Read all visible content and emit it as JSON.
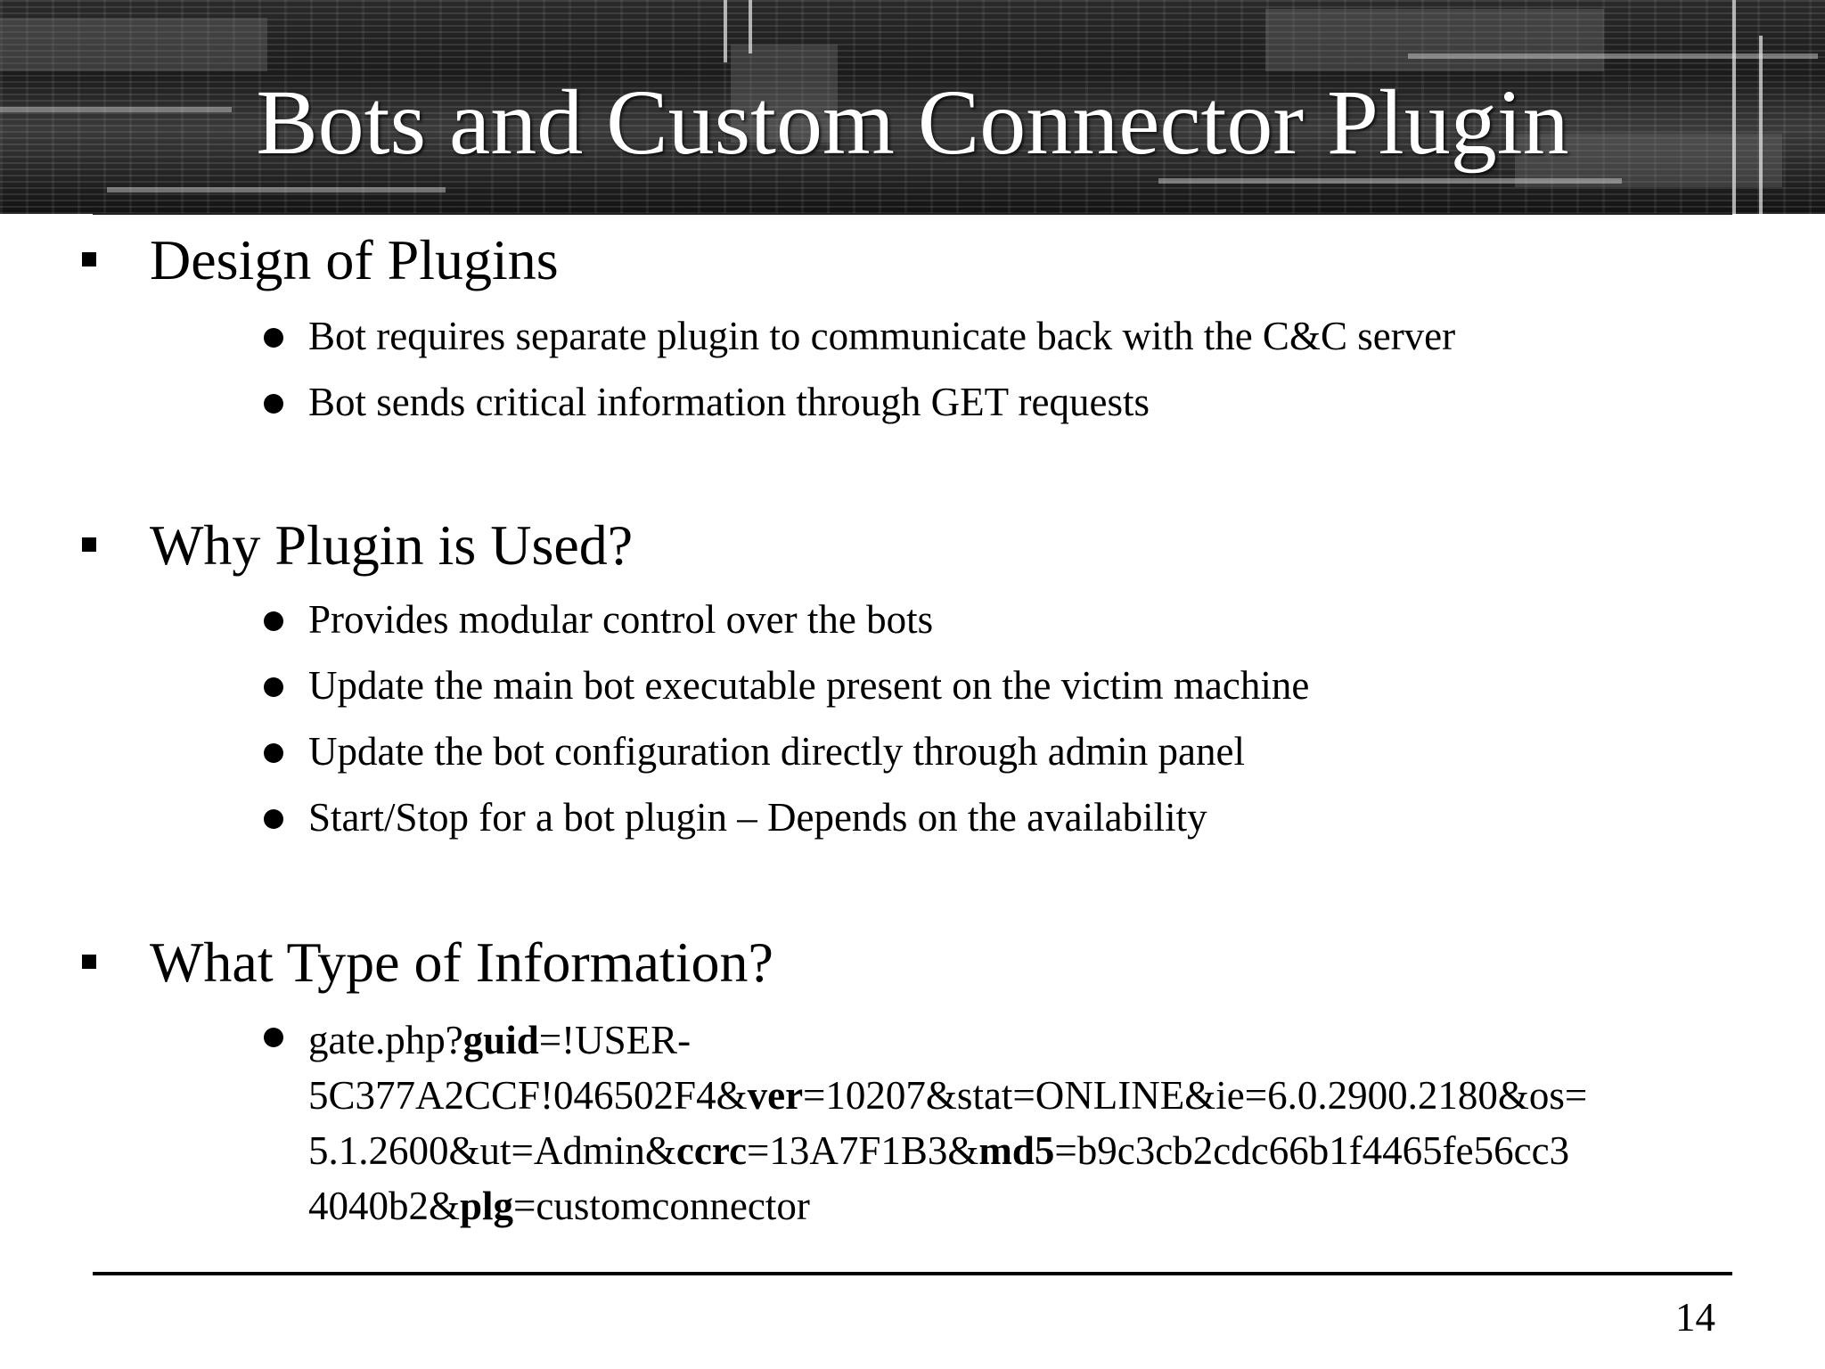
{
  "slide": {
    "title": "Bots and Custom Connector Plugin",
    "page_number": "14"
  },
  "sections": [
    {
      "heading": "Design of Plugins",
      "items": [
        "Bot requires separate plugin to communicate back with the C&C server",
        "Bot sends critical information through GET requests"
      ]
    },
    {
      "heading": "Why Plugin is Used?",
      "items": [
        "Provides modular control over the bots",
        "Update the main bot executable present on the victim machine",
        "Update the bot configuration directly through admin panel",
        "Start/Stop for a bot plugin – Depends on the availability"
      ]
    },
    {
      "heading": "What Type of Information?",
      "query_lines": [
        {
          "p1": "gate.php?",
          "b1": "guid",
          "p2": "=!USER-"
        },
        {
          "p1": "5C377A2CCF!046502F4&",
          "b1": "ver",
          "p2": "=10207&stat=ONLINE&ie=6.0.2900.2180&os="
        },
        {
          "p1": "5.1.2600&ut=Admin&",
          "b1": "ccrc",
          "p2": "=13A7F1B3&",
          "b2": "md5",
          "p3": "=b9c3cb2cdc66b1f4465fe56cc3"
        },
        {
          "p1": "4040b2&",
          "b1": "plg",
          "p2": "=customconnector"
        }
      ]
    }
  ]
}
